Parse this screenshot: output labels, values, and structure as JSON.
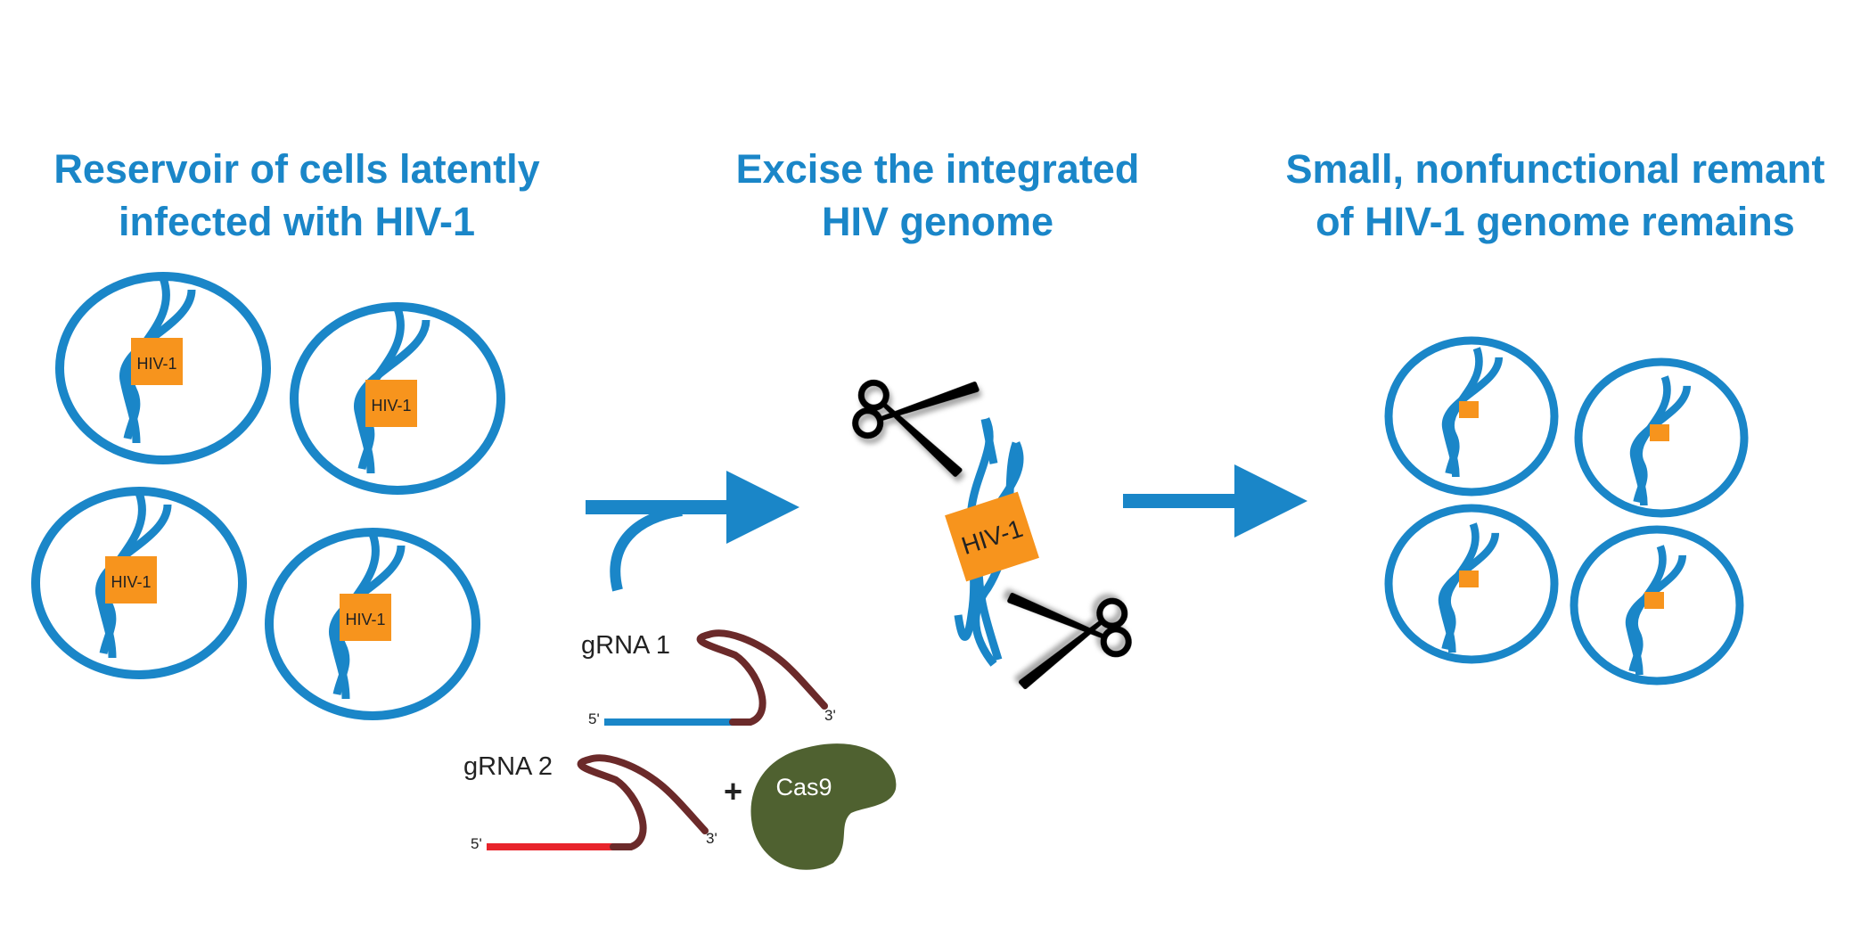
{
  "headings": {
    "step1": {
      "line1": "Reservoir of cells latently",
      "line2": "infected with HIV-1"
    },
    "step2": {
      "line1": "Excise the integrated",
      "line2": "HIV genome"
    },
    "step3": {
      "line1": "Small, nonfunctional remant",
      "line2": "of HIV-1 genome remains"
    }
  },
  "insert_label": "HIV-1",
  "grna1": {
    "label": "gRNA 1",
    "five_prime": "5'",
    "three_prime": "3'"
  },
  "grna2": {
    "label": "gRNA 2",
    "five_prime": "5'",
    "three_prime": "3'"
  },
  "plus": "+",
  "cas9": "Cas9",
  "colors": {
    "blue": "#1a86c8",
    "orange": "#f7941d",
    "dark_red": "#6b2a2a",
    "red": "#e8242b",
    "cas9": "#4f6130",
    "black": "#000000"
  }
}
